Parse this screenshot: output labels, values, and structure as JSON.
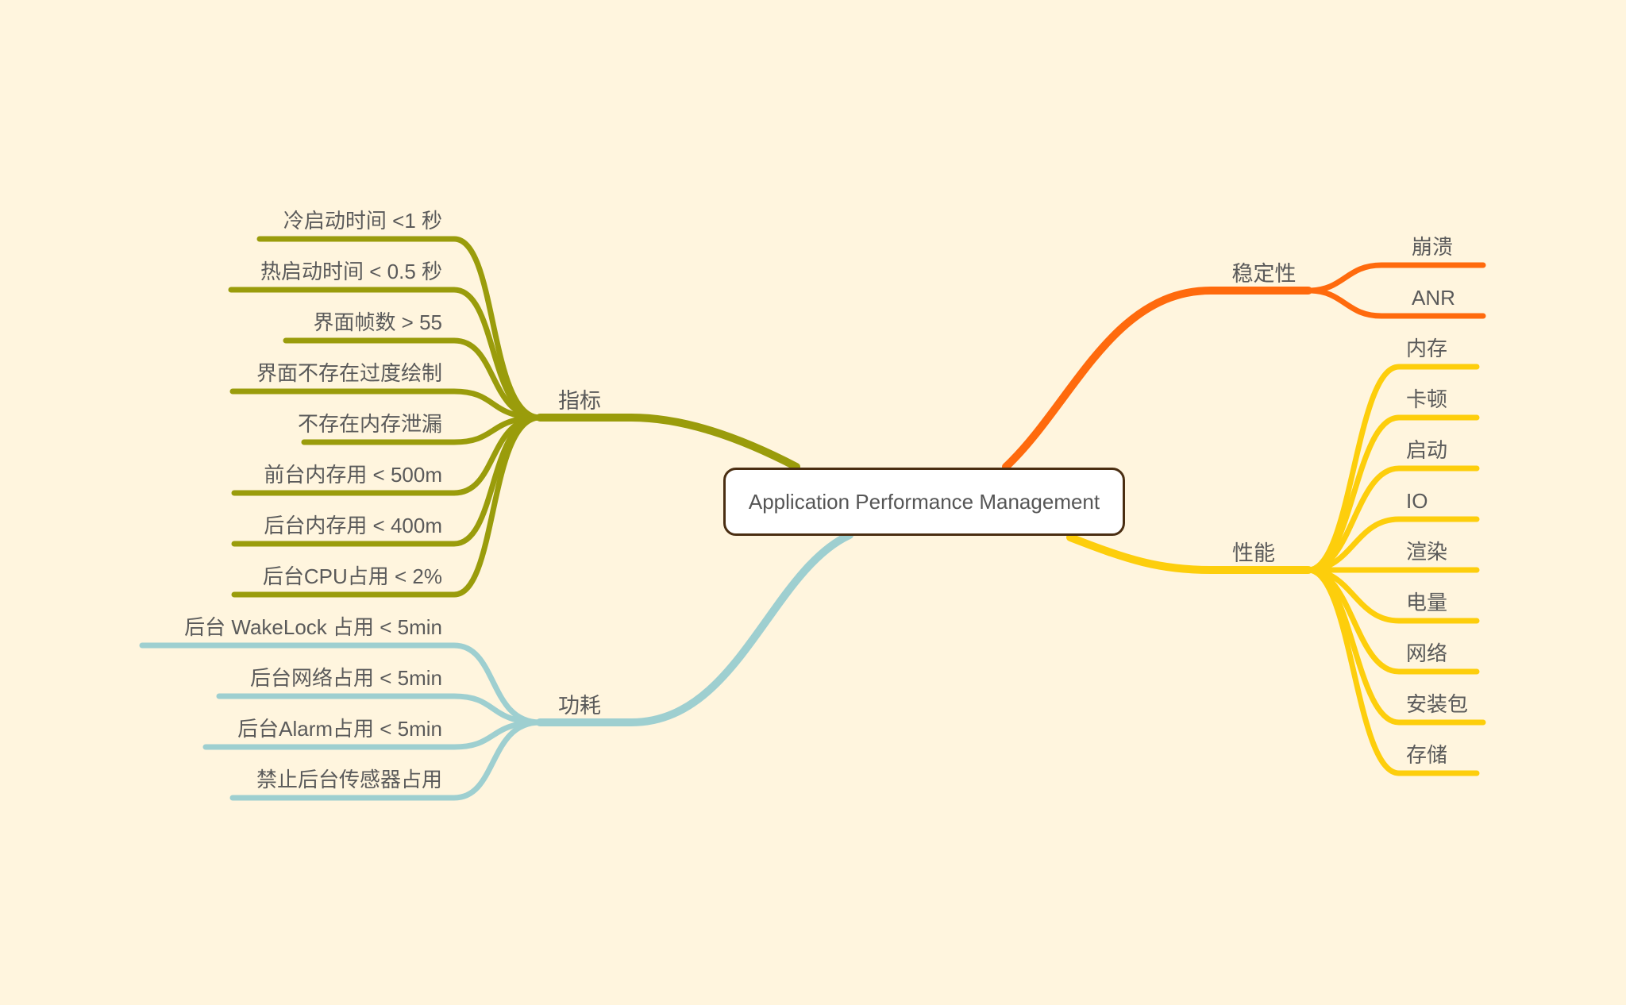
{
  "central": {
    "label": "Application Performance Management"
  },
  "colors": {
    "background": "#FFF5DE",
    "metrics": "#9A9C0B",
    "power": "#9ECFD0",
    "stability": "#FF6A0D",
    "performance": "#FDCE0C"
  },
  "branches": {
    "metrics": {
      "label": "指标",
      "children": [
        "冷启动时间 <1 秒",
        "热启动时间 < 0.5 秒",
        "界面帧数 > 55",
        "界面不存在过度绘制",
        "不存在内存泄漏",
        "前台内存用 < 500m",
        "后台内存用 < 400m",
        "后台CPU占用 < 2%"
      ]
    },
    "power": {
      "label": "功耗",
      "children": [
        "后台 WakeLock 占用 < 5min",
        "后台网络占用 < 5min",
        "后台Alarm占用 < 5min",
        "禁止后台传感器占用"
      ]
    },
    "stability": {
      "label": "稳定性",
      "children": [
        "崩溃",
        "ANR"
      ]
    },
    "performance": {
      "label": "性能",
      "children": [
        "内存",
        "卡顿",
        "启动",
        "IO",
        "渲染",
        "电量",
        "网络",
        "安装包",
        "存储"
      ]
    }
  }
}
